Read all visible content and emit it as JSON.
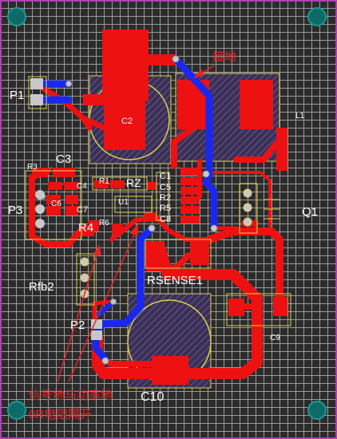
{
  "colors": {
    "top_copper": "#ee1111",
    "bottom_copper": "#1a28ee",
    "silkscreen": "#ddd24a",
    "annotation": "#ee2222",
    "pad": "#c8c8c8",
    "mounting_hole": "#0e6a66",
    "background": "#2b2b2b",
    "grid": "#9a9a9a",
    "board_edge": "#b040b0"
  },
  "designators": {
    "P1": "P1",
    "C2": "C2",
    "L1": "L1",
    "C3": "C3",
    "R3": "R3",
    "C4": "C4",
    "R1": "R1",
    "R2": "R2",
    "RZ": "RZ",
    "C1": "C1",
    "C5": "C5",
    "R5": "R5",
    "C8": "C8",
    "U1": "U1",
    "P3": "P3",
    "C6": "C6",
    "C7": "C7",
    "R6": "R6",
    "R4": "R4",
    "Q1": "Q1",
    "Rfb2": "Rfb2",
    "RSENSE1": "RSENSE1",
    "P2": "P2",
    "C9": "C9",
    "C10": "C10"
  },
  "annotations": {
    "ground_label": "接地",
    "signal_ground_line1": "信号地与功率地",
    "signal_ground_line2": "0R电阻隔开"
  }
}
